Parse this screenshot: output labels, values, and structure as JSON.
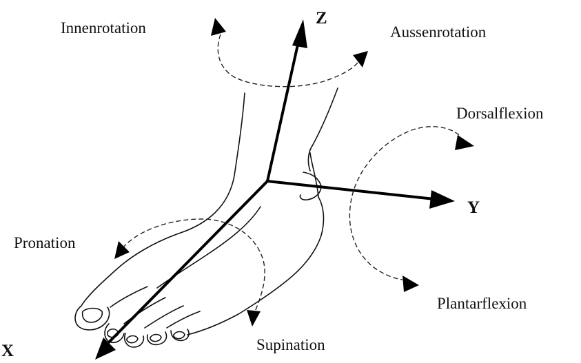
{
  "axes": {
    "x": "X",
    "y": "Y",
    "z": "Z"
  },
  "motions": {
    "innenrotation": "Innenrotation",
    "aussenrotation": "Aussenrotation",
    "dorsalflexion": "Dorsalflexion",
    "plantarflexion": "Plantarflexion",
    "pronation": "Pronation",
    "supination": "Supination"
  },
  "colors": {
    "ink": "#000000",
    "background": "#ffffff"
  }
}
